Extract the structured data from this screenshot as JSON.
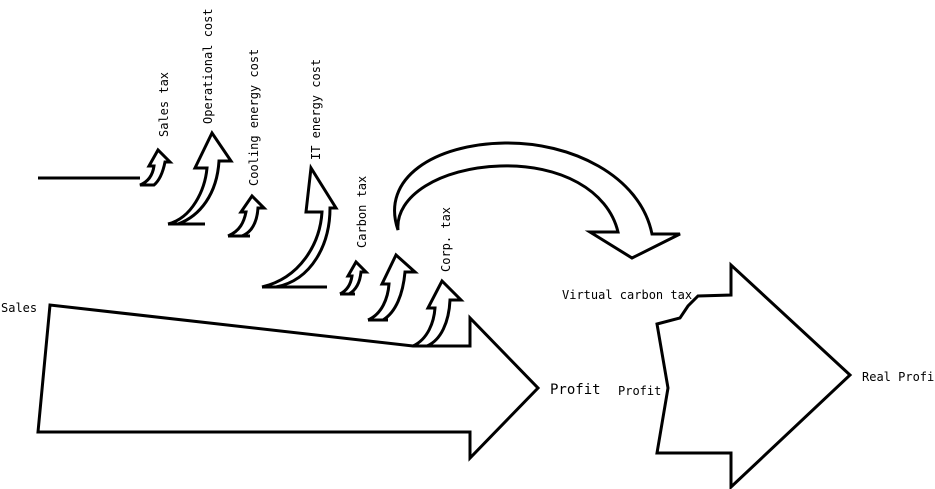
{
  "diagram": {
    "left": {
      "input": "Sales",
      "output": "Profit",
      "outflows": [
        "Sales tax",
        "Operational cost",
        "Cooling energy cost",
        "IT energy cost",
        "Carbon tax",
        "Corp. tax"
      ]
    },
    "right": {
      "outflow": "Virtual carbon tax",
      "input": "Profit",
      "output": "Real Profit"
    }
  }
}
